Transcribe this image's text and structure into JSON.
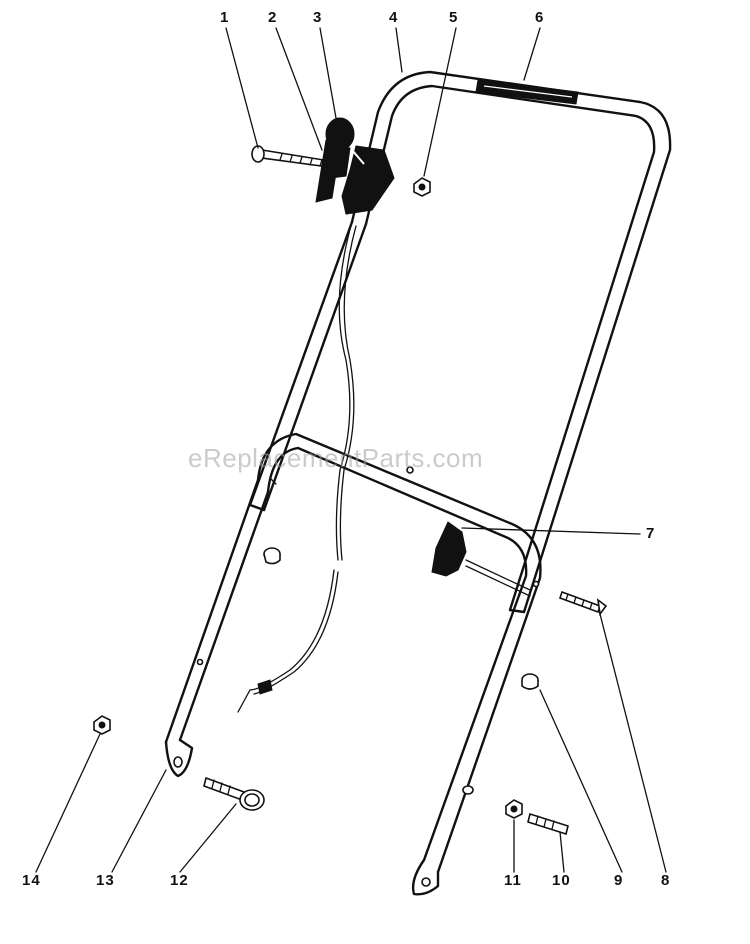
{
  "diagram": {
    "watermark": "eReplacementParts.com",
    "callouts": [
      {
        "id": "c1",
        "label": "1"
      },
      {
        "id": "c2",
        "label": "2"
      },
      {
        "id": "c3",
        "label": "3"
      },
      {
        "id": "c4",
        "label": "4"
      },
      {
        "id": "c5",
        "label": "5"
      },
      {
        "id": "c6",
        "label": "6"
      },
      {
        "id": "c7",
        "label": "7"
      },
      {
        "id": "c8",
        "label": "8"
      },
      {
        "id": "c9",
        "label": "9"
      },
      {
        "id": "c10",
        "label": "10"
      },
      {
        "id": "c11",
        "label": "11"
      },
      {
        "id": "c12",
        "label": "12"
      },
      {
        "id": "c13",
        "label": "13"
      },
      {
        "id": "c14",
        "label": "14"
      }
    ]
  }
}
